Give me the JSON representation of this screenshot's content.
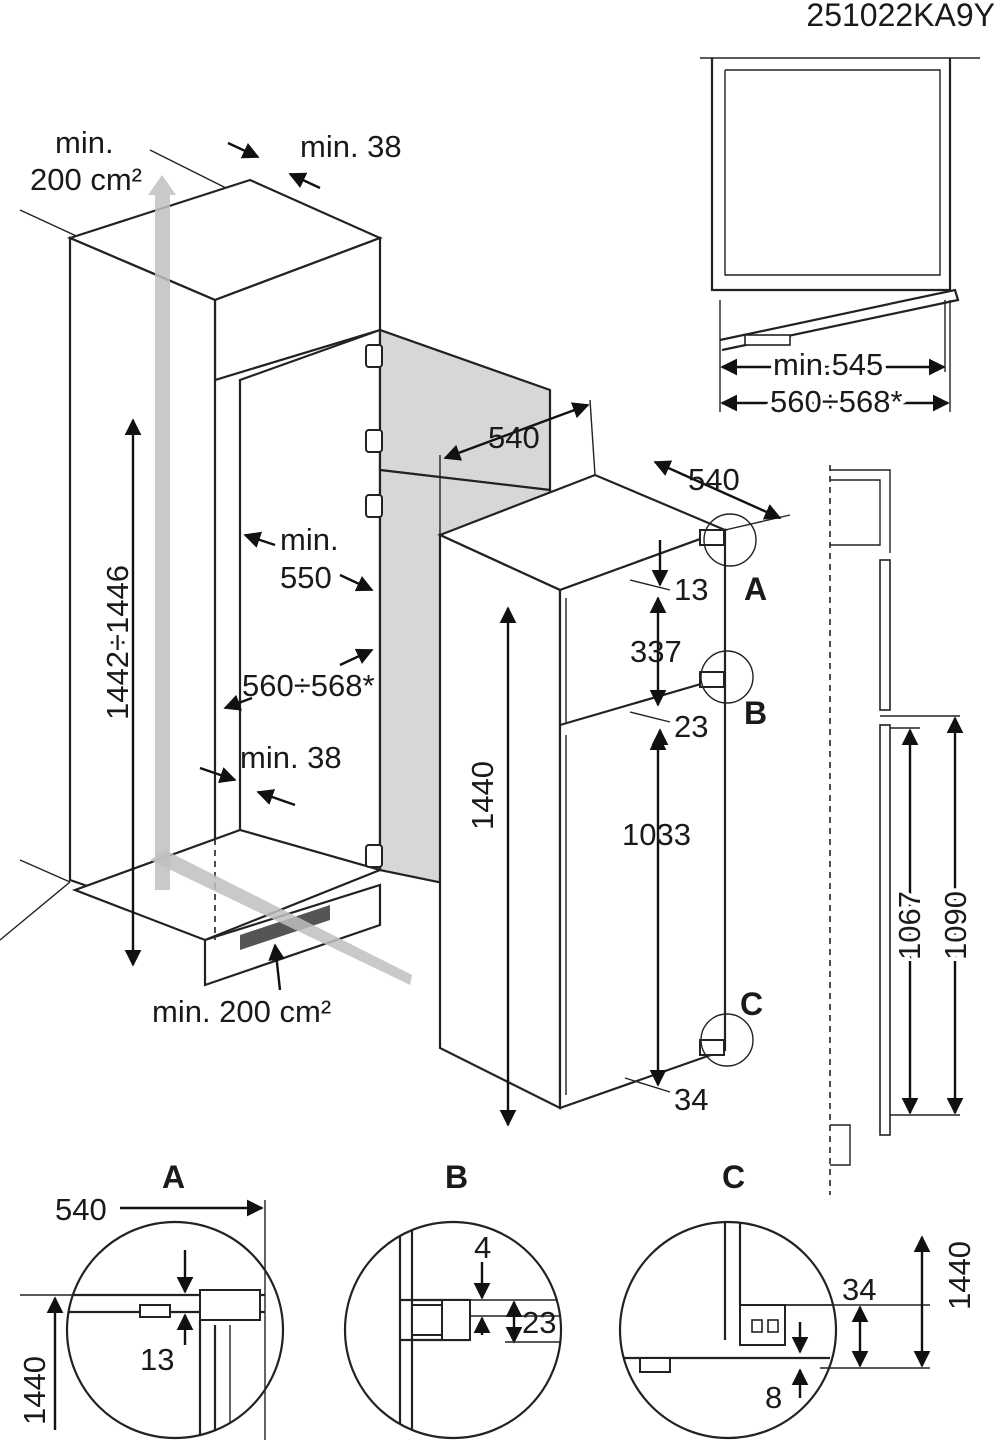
{
  "code": "251022KA9Y",
  "labels": {
    "vent_top": {
      "line1": "min.",
      "line2": "200 cm²"
    },
    "top_gap": "min. 38",
    "niche_height": "1442÷1446",
    "niche_depth": {
      "line1": "min.",
      "line2": "550"
    },
    "niche_width": "560÷568*",
    "bottom_gap": "min. 38",
    "vent_bottom": "min. 200 cm²",
    "unit_width": "540",
    "unit_depth": "540",
    "unit_height": "1440",
    "hinge_a_offset": "13",
    "door_gap": "337",
    "hinge_b_offset": "23",
    "lower_door": "1033",
    "hinge_c_offset": "34",
    "plan_min": "min.545",
    "plan_range": "560÷568*",
    "side_1067": "1067",
    "side_1090": "1090"
  },
  "detail_tags": {
    "a": "A",
    "b": "B",
    "c": "C"
  },
  "details": {
    "a": {
      "width": "540",
      "height": "1440",
      "offset": "13"
    },
    "b": {
      "gap": "4",
      "offset": "23"
    },
    "c": {
      "offset": "34",
      "height": "1440",
      "gap": "8"
    }
  },
  "colors": {
    "line": "#222222",
    "panel_shade": "#d7d7d7",
    "airflow": "#bfbfbf"
  }
}
